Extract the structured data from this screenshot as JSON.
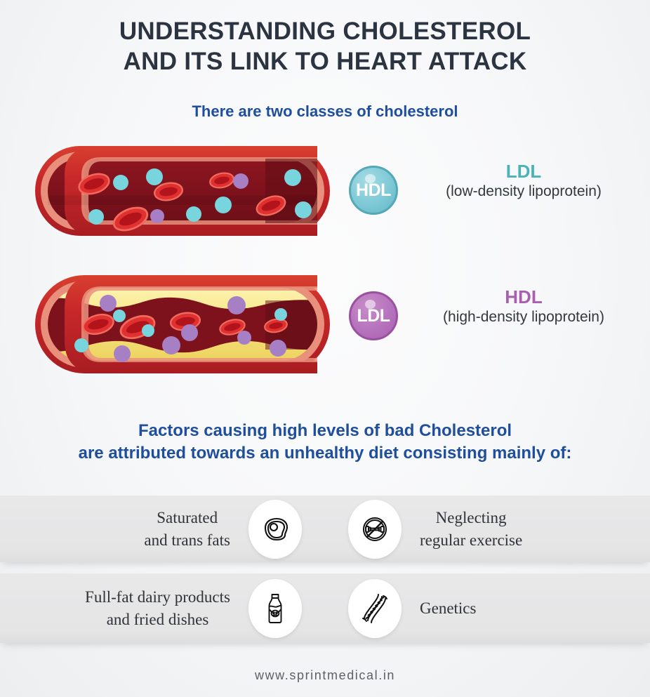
{
  "title": {
    "line1": "UNDERSTANDING CHOLESTEROL",
    "line2": "AND ITS LINK TO HEART ATTACK",
    "color": "#2b3440"
  },
  "subtitle": {
    "text": "There are two classes of cholesterol",
    "color": "#1f4e9c"
  },
  "cholesterol_classes": [
    {
      "badge_label": "HDL",
      "badge_icon": "hdl-particle-icon",
      "badge_color": "#7ec9d6",
      "abbr": "LDL",
      "abbr_color": "#49b3b8",
      "full_name": "(low-density lipoprotein)",
      "artery_icon": "healthy-artery-icon",
      "artery_state": "healthy"
    },
    {
      "badge_label": "LDL",
      "badge_icon": "ldl-particle-icon",
      "badge_color": "#b673bd",
      "abbr": "HDL",
      "abbr_color": "#a95fb0",
      "full_name": "(high-density lipoprotein)",
      "artery_icon": "blocked-artery-icon",
      "artery_state": "blocked-with-plaque"
    }
  ],
  "factors_heading": {
    "line1": "Factors causing high levels of bad Cholesterol",
    "line2": "are attributed towards an unhealthy diet consisting mainly of:",
    "color": "#1f4e9c"
  },
  "factors": [
    {
      "label_line1": "Saturated",
      "label_line2": "and trans fats",
      "icon": "steak-icon",
      "side": "left",
      "row": 1
    },
    {
      "label_line1": "Neglecting",
      "label_line2": "regular exercise",
      "icon": "no-dumbbell-icon",
      "side": "right",
      "row": 1
    },
    {
      "label_line1": "Full-fat dairy products",
      "label_line2": "and fried dishes",
      "icon": "milk-bottle-icon",
      "side": "left",
      "row": 2
    },
    {
      "label_line1": "Genetics",
      "label_line2": "",
      "icon": "dna-icon",
      "side": "right",
      "row": 2
    }
  ],
  "footer": {
    "website": "www.sprintmedical.in"
  },
  "colors": {
    "background": "#f4f5f6",
    "band": "#e6e6e7",
    "navy": "#1f4e9c",
    "dark_slate": "#2b3440",
    "teal": "#49b3b8",
    "purple": "#a95fb0",
    "artery_red": "#c8282a",
    "artery_inner": "#8d1620",
    "plaque_yellow": "#f2e07a"
  }
}
